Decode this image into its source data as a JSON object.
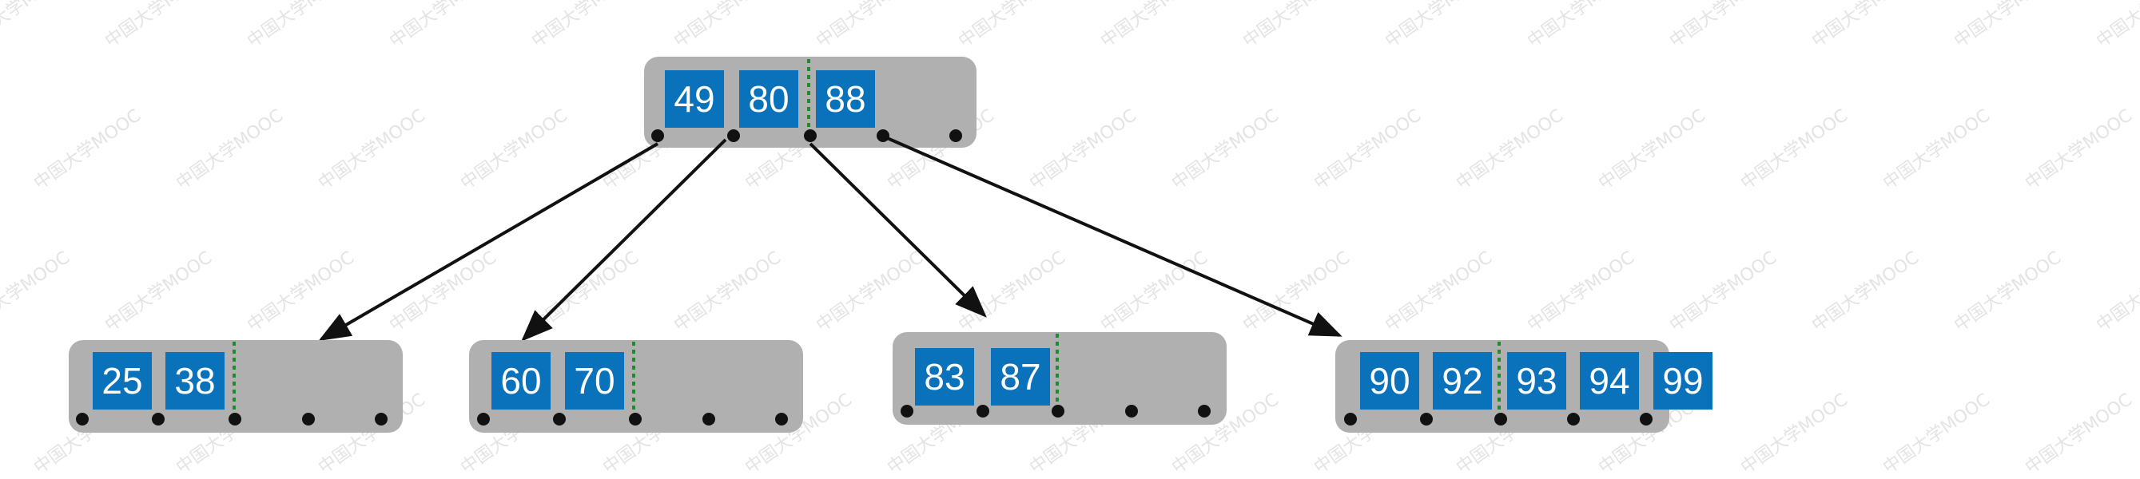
{
  "colors": {
    "node_fill": "#b0b0b0",
    "key_fill": "#0a72ba",
    "key_text": "#ffffff",
    "pointer_dot": "#111111",
    "arrow": "#111111",
    "split_marker": "#1f8a2e",
    "watermark": "#e4e4e4"
  },
  "tree": {
    "root": {
      "keys": [
        "49",
        "80",
        "88"
      ]
    },
    "leaves": [
      {
        "keys": [
          "25",
          "38"
        ]
      },
      {
        "keys": [
          "60",
          "70"
        ]
      },
      {
        "keys": [
          "83",
          "87"
        ]
      },
      {
        "keys": [
          "90",
          "92",
          "93",
          "94",
          "99"
        ]
      }
    ]
  },
  "watermark": {
    "text": "中国大学MOOC"
  }
}
